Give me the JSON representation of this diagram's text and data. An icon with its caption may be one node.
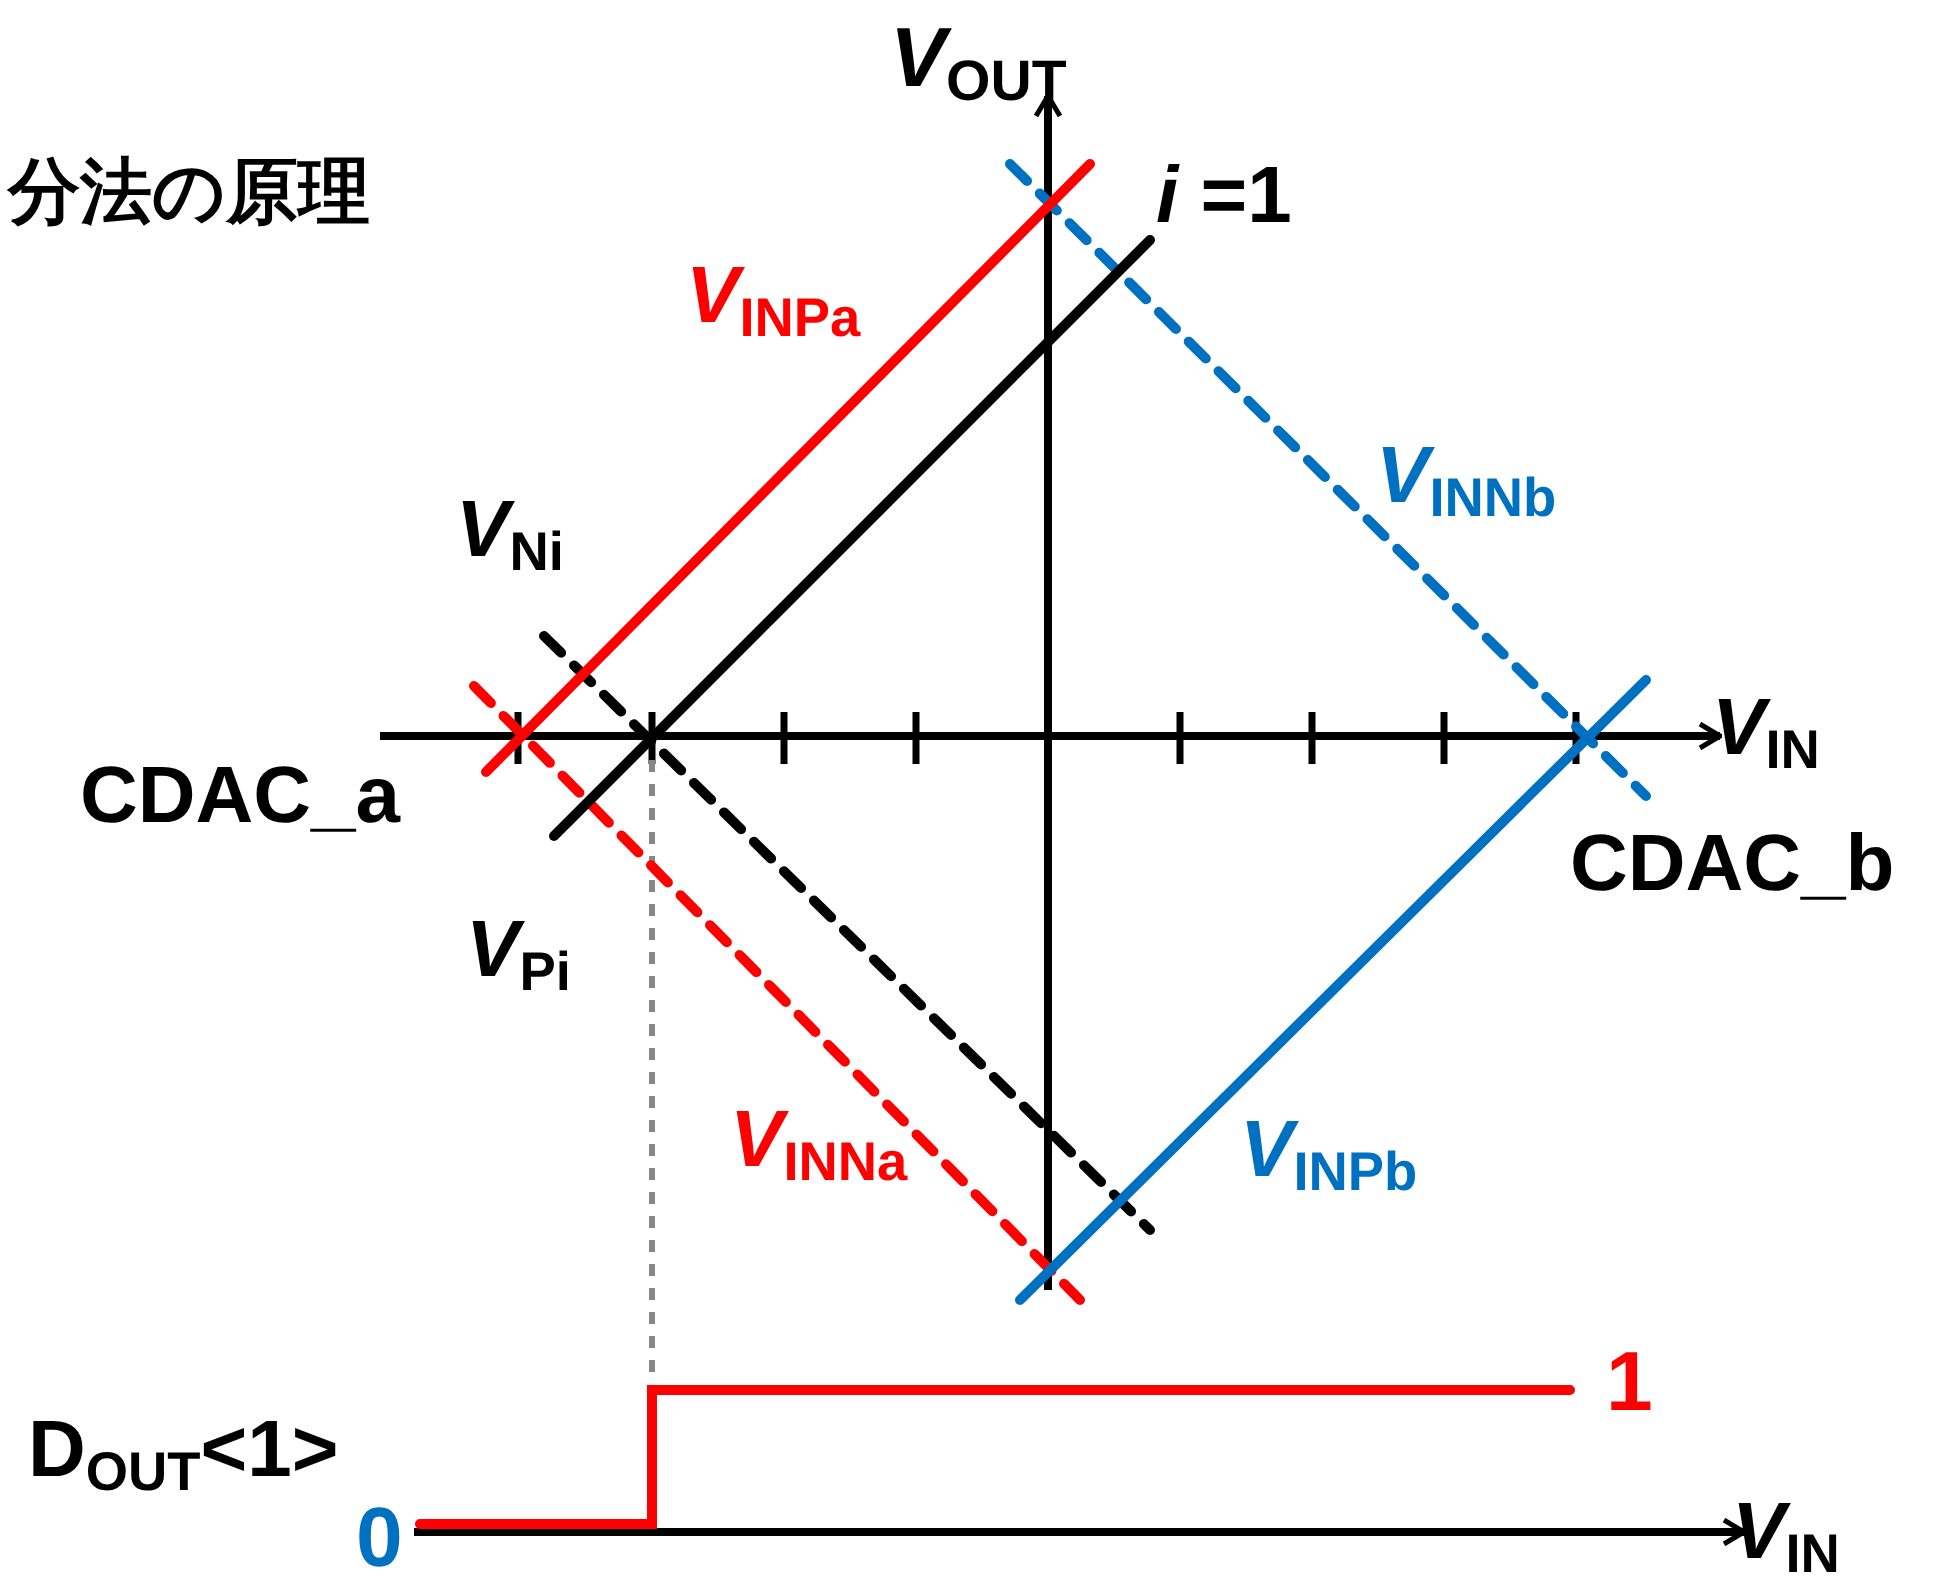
{
  "diagram": {
    "labels": [
      "分法の原理",
      "*V*$_{OUT}$",
      "*i* =1",
      "*V*$_{INPa}$",
      "*V*$_{INNb}$",
      "*V*$_{Ni}$",
      "*V*$_{IN}$",
      "CDAC_a",
      "CDAC_b",
      "*V*$_{Pi}$",
      "*V*$_{INNa}$",
      "*V*$_{INPb}$",
      "1",
      "D$_{OUT}$<1>",
      "0",
      "*V*$_{IN}$"
    ]
  }
}
